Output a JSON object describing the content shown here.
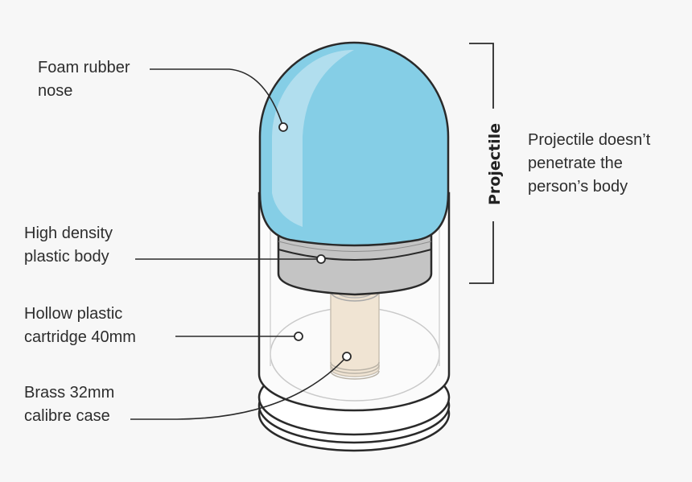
{
  "labels": {
    "foam_nose": [
      "Foam rubber",
      "nose"
    ],
    "plastic_body": [
      "High density",
      "plastic body"
    ],
    "cartridge": [
      "Hollow plastic",
      "cartridge 40mm"
    ],
    "brass_case": [
      "Brass 32mm",
      "calibre case"
    ]
  },
  "projectile": {
    "title": "Projectile",
    "note": [
      "Projectile doesn’t",
      "penetrate the",
      "person’s body"
    ]
  },
  "colors": {
    "background": "#f7f7f7",
    "nose": "#85cee6",
    "nose_highlight": "#b6e0ee",
    "body": "#c4c4c4",
    "brass": "#f0e4d3",
    "outline": "#2a2a2a"
  }
}
